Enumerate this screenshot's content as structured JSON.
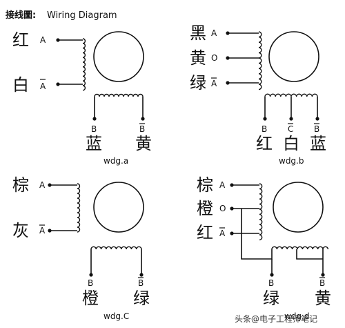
{
  "title": {
    "cn": "接线圖:",
    "en": "Wiring Diagram"
  },
  "diagrams": [
    {
      "id": "a",
      "caption": "wdg.a",
      "left_pins": [
        {
          "color": "红",
          "pin": "A"
        },
        {
          "color": "白",
          "pin": "A"
        }
      ],
      "bottom_pins": [
        {
          "color": "蓝",
          "pin": "B"
        },
        {
          "color": "黄",
          "pin": "B"
        }
      ]
    },
    {
      "id": "b",
      "caption": "wdg.b",
      "left_pins": [
        {
          "color": "黑",
          "pin": "A"
        },
        {
          "color": "黄",
          "pin": "O"
        },
        {
          "color": "绿",
          "pin": "A"
        }
      ],
      "bottom_pins": [
        {
          "color": "红",
          "pin": "B"
        },
        {
          "color": "白",
          "pin": "C"
        },
        {
          "color": "蓝",
          "pin": "B"
        }
      ]
    },
    {
      "id": "c",
      "caption": "wdg.C",
      "left_pins": [
        {
          "color": "棕",
          "pin": "A"
        },
        {
          "color": "灰",
          "pin": "A"
        }
      ],
      "bottom_pins": [
        {
          "color": "橙",
          "pin": "B"
        },
        {
          "color": "绿",
          "pin": "B"
        }
      ]
    },
    {
      "id": "d",
      "caption": "wdg.d",
      "left_pins": [
        {
          "color": "棕",
          "pin": "A"
        },
        {
          "color": "橙",
          "pin": "O"
        },
        {
          "color": "红",
          "pin": "A"
        }
      ],
      "bottom_pins": [
        {
          "color": "绿",
          "pin": "B"
        },
        {
          "color": "黄",
          "pin": "B"
        }
      ]
    }
  ],
  "watermark": "头条@电子工程师笔记"
}
